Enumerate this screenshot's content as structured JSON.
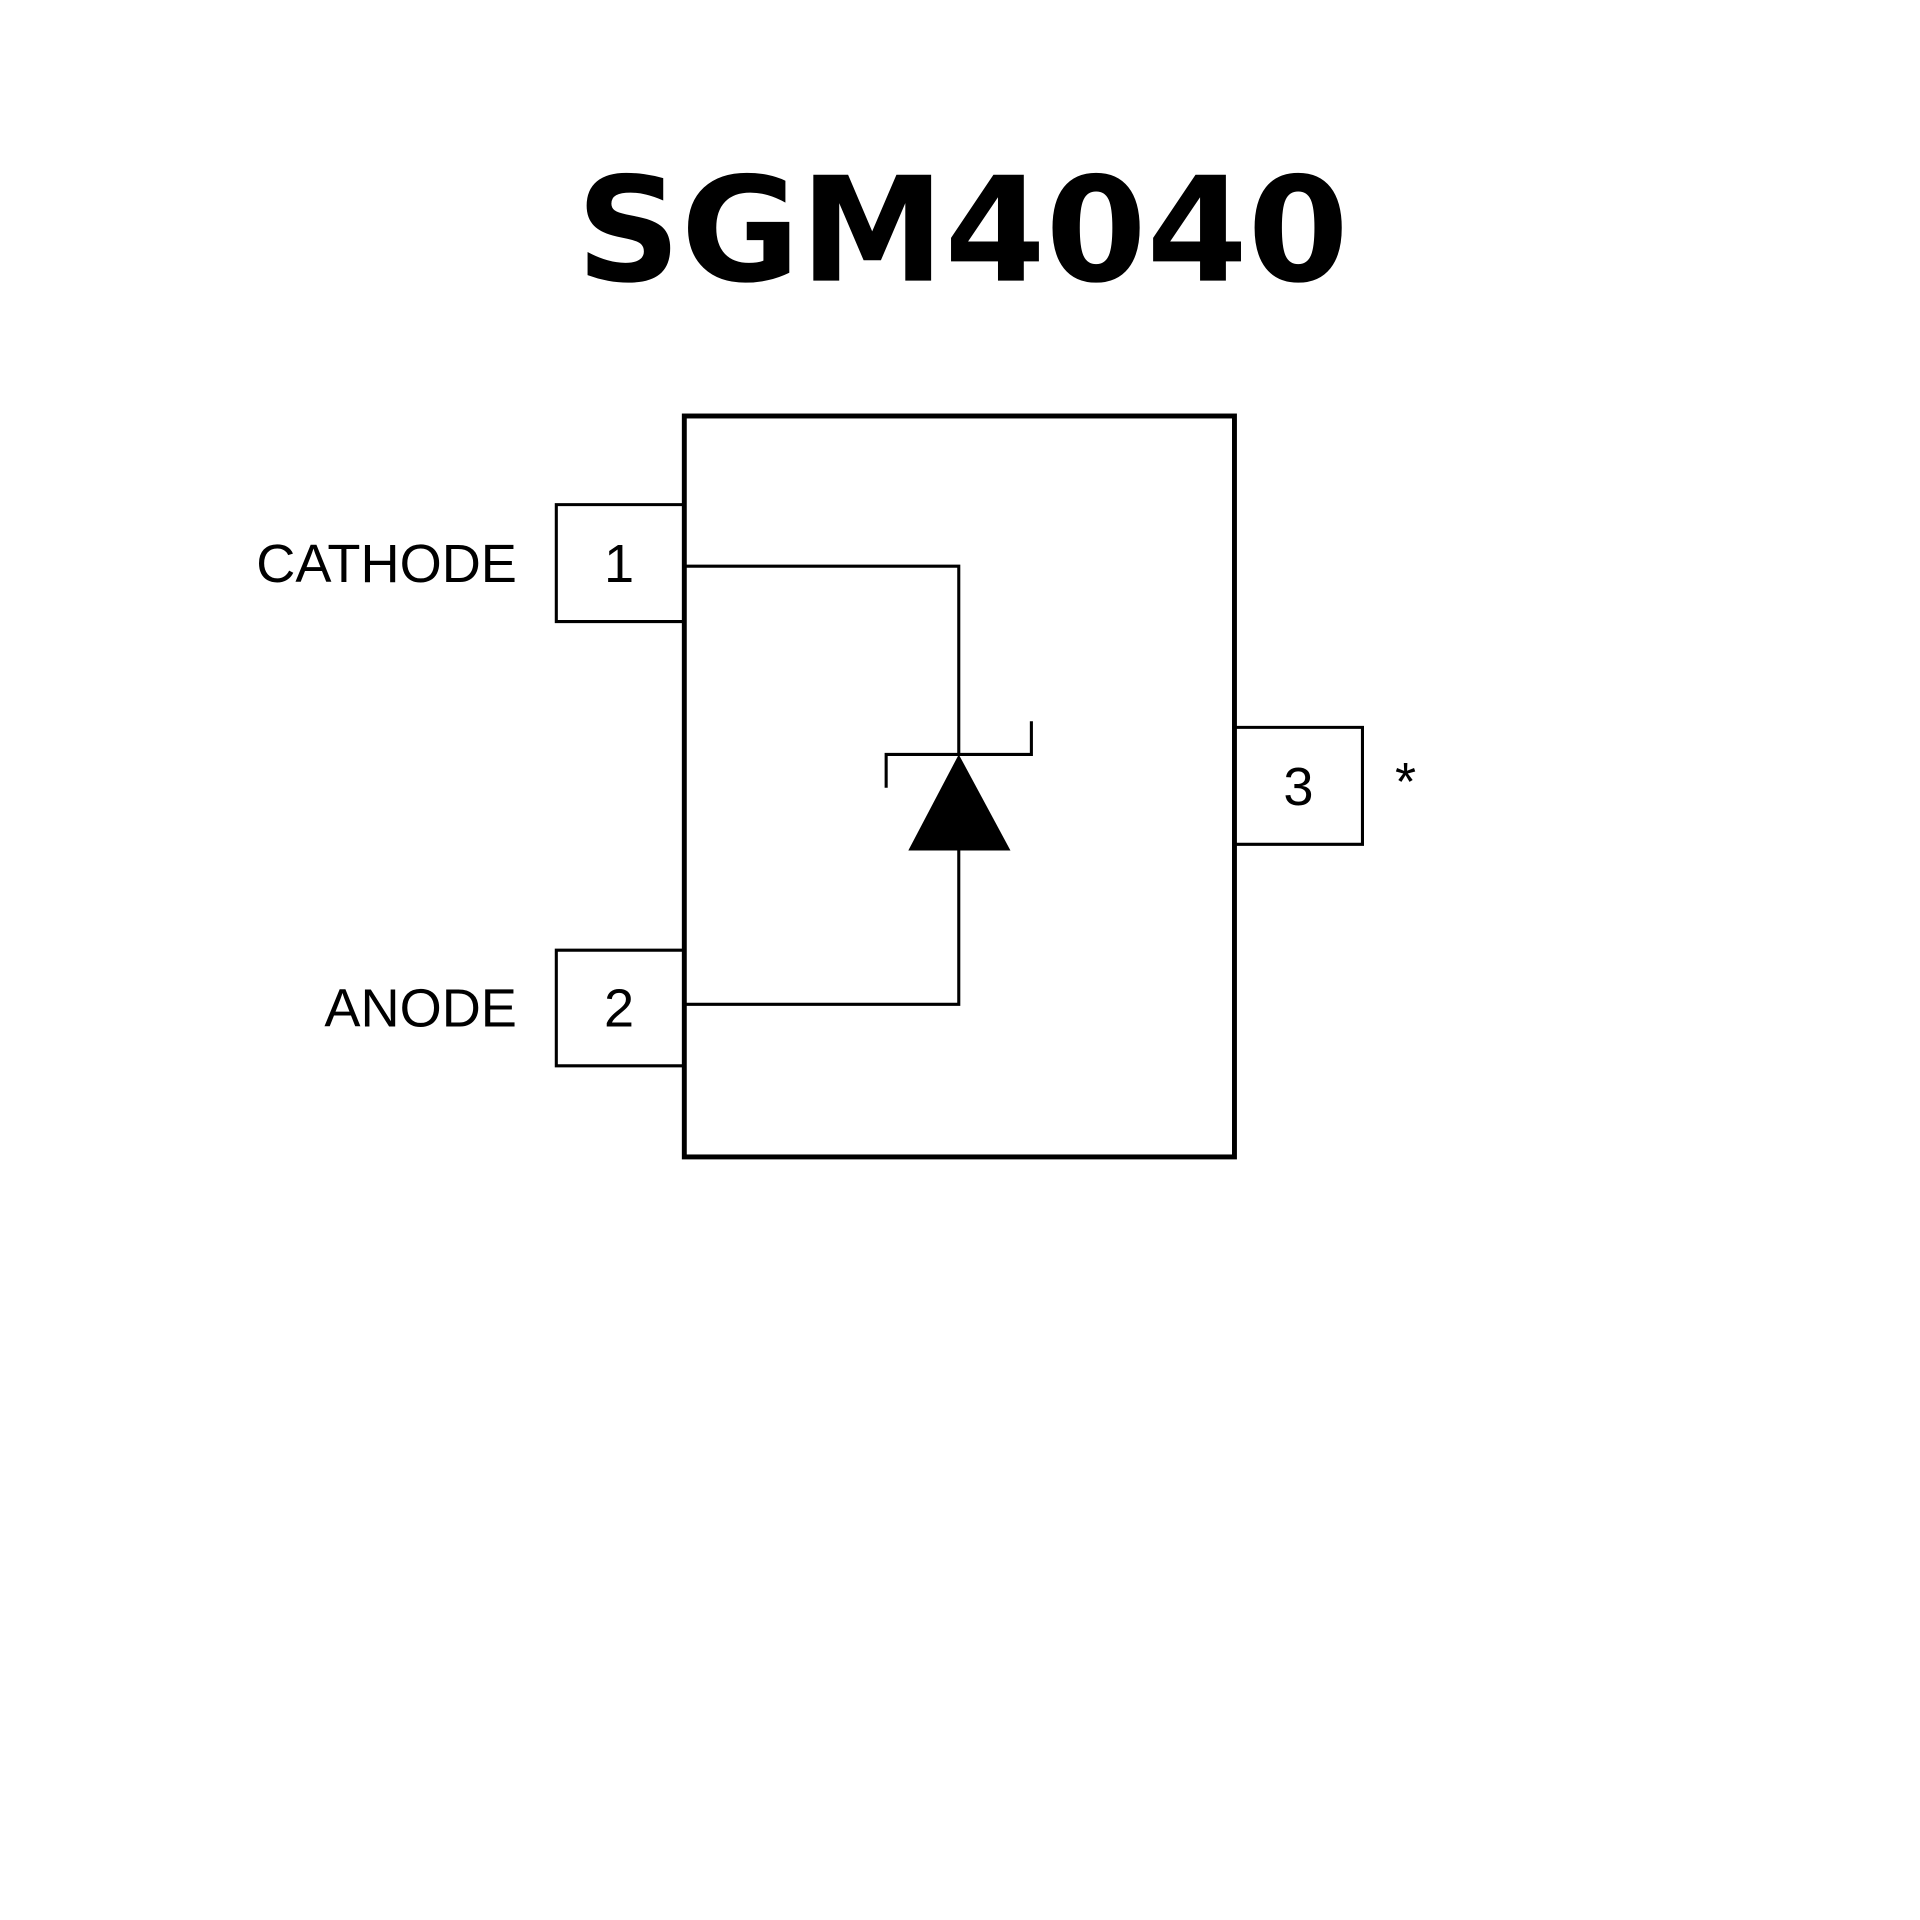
{
  "title": "SGM4040",
  "pins": [
    {
      "number": "1",
      "label": "CATHODE"
    },
    {
      "number": "2",
      "label": "ANODE"
    },
    {
      "number": "3",
      "label": "",
      "note": "*"
    }
  ],
  "colors": {
    "line": "#000000",
    "background": "#ffffff"
  }
}
